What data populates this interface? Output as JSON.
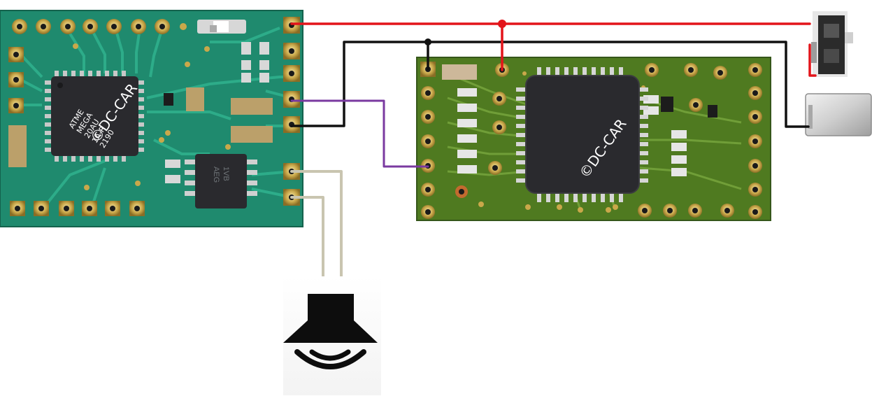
{
  "watermarks": {
    "left_board": "©DC-CAR",
    "right_board": "©DC-CAR"
  },
  "chip_markings": {
    "left_mcu": [
      "ATME",
      "MEGA",
      "20AU",
      "1A-R",
      "2190"
    ],
    "left_driver": [
      "1VB",
      "AEG"
    ]
  },
  "colors": {
    "wire_power": "#e3141a",
    "wire_ground": "#111111",
    "wire_signal": "#7a3aa0",
    "wire_speaker": "#c9c5b0",
    "pcb_left": "#1f8a6e",
    "pcb_right": "#4f7a20",
    "pad_gold": "#c9a84a",
    "chip": "#2a2a2e"
  },
  "icons": {
    "speaker": "speaker-icon",
    "switch": "slide-switch-icon",
    "battery": "battery-icon"
  }
}
